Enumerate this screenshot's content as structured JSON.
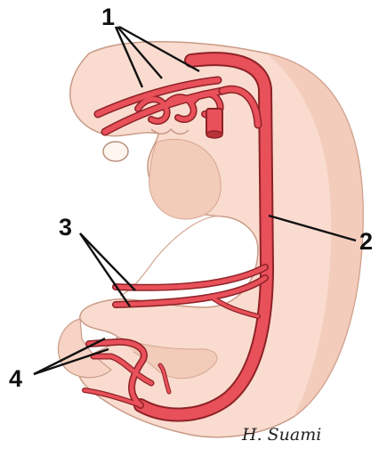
{
  "labels": {
    "one": "1",
    "two": "2",
    "three": "3",
    "four": "4"
  },
  "signature": "H. Suami",
  "colors": {
    "background": "#ffffff",
    "embryo_fill": "#f9dccf",
    "embryo_shade": "#eec2ae",
    "embryo_outline": "#c99a86",
    "vessel_fill": "#e8505a",
    "vessel_outline": "#8e2227",
    "leader_line": "#111111"
  }
}
